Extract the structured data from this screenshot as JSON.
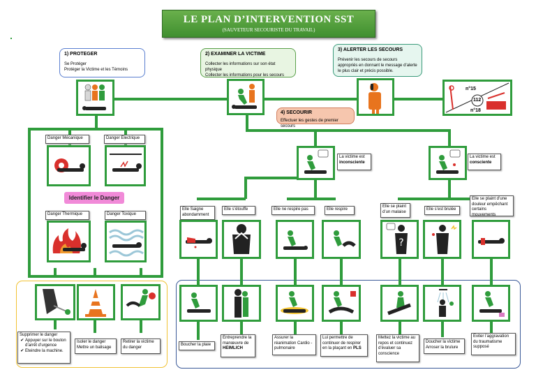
{
  "title": "LE PLAN D’INTERVENTION SST",
  "subtitle": "(SAUVETEUR SECOURISTE DU TRAVAIL)",
  "steps": {
    "proteger": {
      "heading": "1) PROTEGER",
      "l1": "Se Protéger",
      "l2": "Protéger la Victime et les Témoins"
    },
    "examiner": {
      "heading": "2) EXAMINER LA VICTIME",
      "l1": "Collecter les informations sur son état physique",
      "l2": "Collecter les informations pour les secours"
    },
    "alerter": {
      "heading": "3) ALERTER LES SECOURS",
      "text": "Prévenir les secours de secours appropriés en donnant le message d’alerte le plus clair et précis possible."
    },
    "secourir": {
      "heading": "4) SECOURIR",
      "text": "Effectuer les gestes de premier secours"
    }
  },
  "emergency": {
    "n15": "n°15",
    "n112": "112",
    "n18": "n°18"
  },
  "dangers": {
    "mecanique": "Danger Mécanique",
    "electrique": "Danger Electrique",
    "thermique": "Danger Thermique",
    "toxique": "Danger Toxique",
    "identifier": "Identifier le Danger"
  },
  "protect_actions": {
    "supprimer": "Supprimer le danger",
    "supprimer_b1": "Appuyer sur le bouton d’arrêt d’urgence",
    "supprimer_b2": "Eteindre la machine.",
    "isoler": "Isoler le danger Mettre un balisage",
    "retirer": "Retirer la victime du danger"
  },
  "states": {
    "inconsciente_pre": "La victime est",
    "inconsciente": "inconsciente",
    "consciente_pre": "La victime est",
    "consciente": "consciente"
  },
  "situations": {
    "saigne": "Elle Saigne abondamment",
    "etouffe": "Elle s’étouffe",
    "ne_respire": "Elle ne respire pas",
    "respire": "Elle respire",
    "malaise": "Elle se plaint d’un malaise",
    "brulee": "Elle s’est brulée",
    "douleur": "Elle se plaint d’une douleur empêchant certains mouvements"
  },
  "gestures": {
    "plaie": "Boucher la plaie",
    "heimlich_pre": "Entreprendre la manœuvre de",
    "heimlich": "HEIMLICH",
    "reanimation": "Assurer la réanimation Cardio -pulmonaire",
    "pls_pre": "Lui permettre de continuer de respirer en la plaçant en",
    "pls": "PLS",
    "repos": "Mettez la victime au repos et continuez d’évaluer sa conscience",
    "doucher": "Doucher la victime Arroser la brulure",
    "traumatisme": "Eviter l’aggravation du traumatisme supposé"
  },
  "colors": {
    "green": "#2f9c3c",
    "pink": "#f18ad8",
    "orange": "#e8741e",
    "red": "#d9302c"
  },
  "icons": [
    "victim-icon",
    "rescuer-icon",
    "phone-person-icon",
    "fire-truck-icon",
    "gear-hazard-icon",
    "electric-hazard-icon",
    "fire-icon",
    "toxic-gas-icon",
    "cone-icon",
    "question-icon"
  ]
}
